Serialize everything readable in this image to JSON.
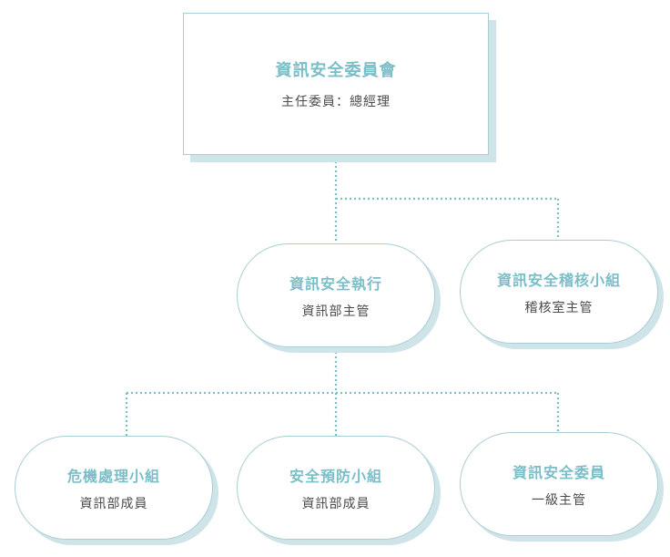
{
  "committee": {
    "title": "資訊安全委員會",
    "subtitle": "主任委員：總經理"
  },
  "execution": {
    "title": "資訊安全執行",
    "subtitle": "資訊部主管"
  },
  "audit": {
    "title": "資訊安全稽核小組",
    "subtitle": "稽核室主管"
  },
  "crisis": {
    "title": "危機處理小組",
    "subtitle": "資訊部成員"
  },
  "prevention": {
    "title": "安全預防小組",
    "subtitle": "資訊部成員"
  },
  "member": {
    "title": "資訊安全委員",
    "subtitle": "一級主管"
  },
  "colors": {
    "accent": "#7bbec8",
    "border": "#a9cdd4",
    "shadow": "#cfe4e8",
    "text": "#4a4a4a"
  }
}
